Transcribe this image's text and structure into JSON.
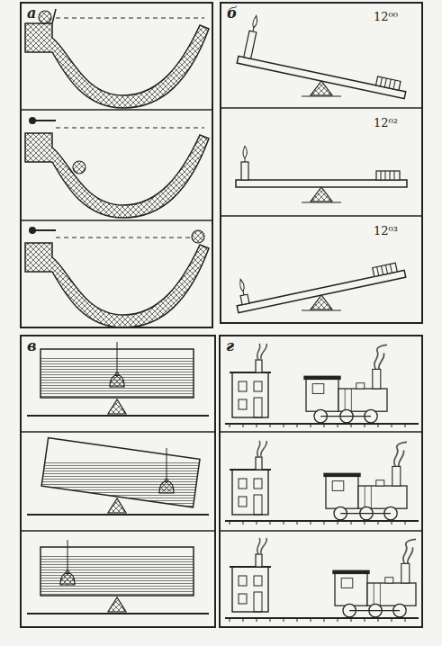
{
  "diagram": {
    "nodes": [
      {
        "text": [
          "а"
        ]
      },
      {
        "text": [
          "б",
          "12⁰⁰",
          "12⁰²",
          "12⁰³"
        ]
      },
      {
        "text": [
          "в"
        ]
      },
      {
        "text": [
          "г"
        ]
      }
    ]
  }
}
